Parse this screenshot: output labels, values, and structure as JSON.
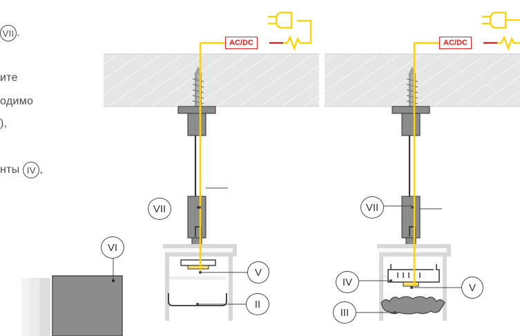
{
  "text": {
    "line1_suffix": ".",
    "line1_badge": "VII",
    "line2": "ите",
    "line3": "одимо",
    "line4_suffix": "),",
    "line5": "нты",
    "line5_badge": "IV",
    "line5_suffix": ","
  },
  "left_diagram": {
    "power_label": "AC/DC",
    "markers": {
      "bracket": "VII",
      "clip": "V",
      "diffuser": "II",
      "lamp": "VI"
    }
  },
  "right_diagram": {
    "power_label": "AC/DC",
    "markers": {
      "bracket": "VII",
      "mount": "IV",
      "clip": "V",
      "diffuser": "III"
    }
  },
  "colors": {
    "wire": "#ffd200",
    "power_label": "#e21b1b",
    "ceiling": "#e4e4e4",
    "outline": "#444444"
  }
}
